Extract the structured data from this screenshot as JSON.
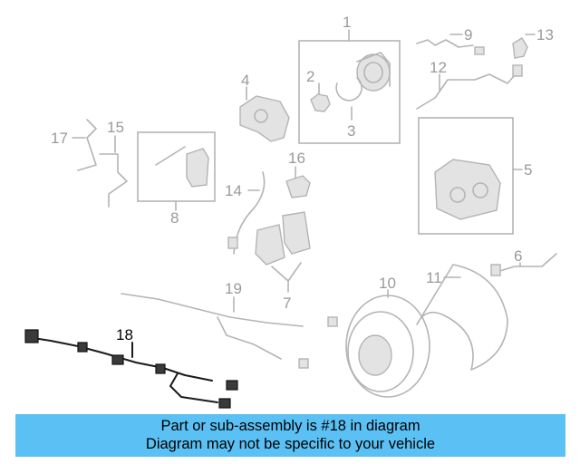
{
  "diagram": {
    "callouts": {
      "c1": "1",
      "c2": "2",
      "c3": "3",
      "c4": "4",
      "c5": "5",
      "c6": "6",
      "c7": "7",
      "c8": "8",
      "c9": "9",
      "c10": "10",
      "c11": "11",
      "c12": "12",
      "c13": "13",
      "c14": "14",
      "c15": "15",
      "c16": "16",
      "c17": "17",
      "c18": "18",
      "c19": "19"
    },
    "highlighted_part": "18"
  },
  "banner": {
    "line1": "Part or sub-assembly is #18 in diagram",
    "line2": "Diagram may not be specific to your vehicle",
    "background": "#5bc0f3"
  }
}
